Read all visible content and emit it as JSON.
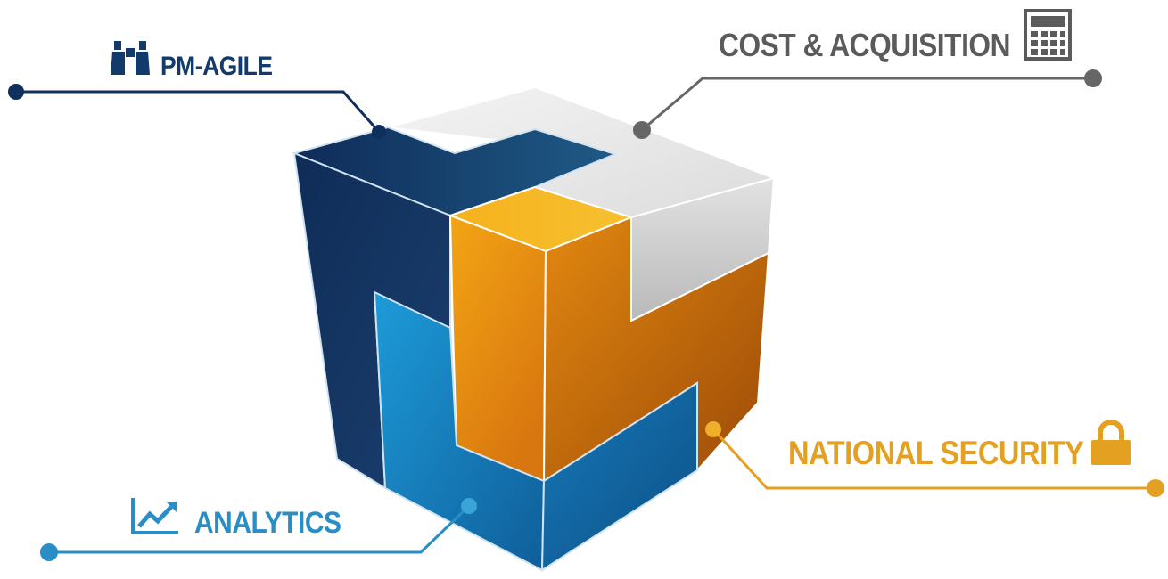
{
  "labels": {
    "pm_agile": "PM-AGILE",
    "cost_acquisition": "COST & ACQUISITION",
    "national_security": "NATIONAL SECURITY",
    "analytics": "ANALYTICS"
  },
  "icons": {
    "pm_agile": "binoculars-icon",
    "cost_acquisition": "calculator-icon",
    "national_security": "lock-icon",
    "analytics": "line-chart-icon"
  },
  "colors": {
    "navy": "#123a6b",
    "gray": "#5b5b5b",
    "orange": "#e3a021",
    "blue": "#2a8ec6"
  }
}
